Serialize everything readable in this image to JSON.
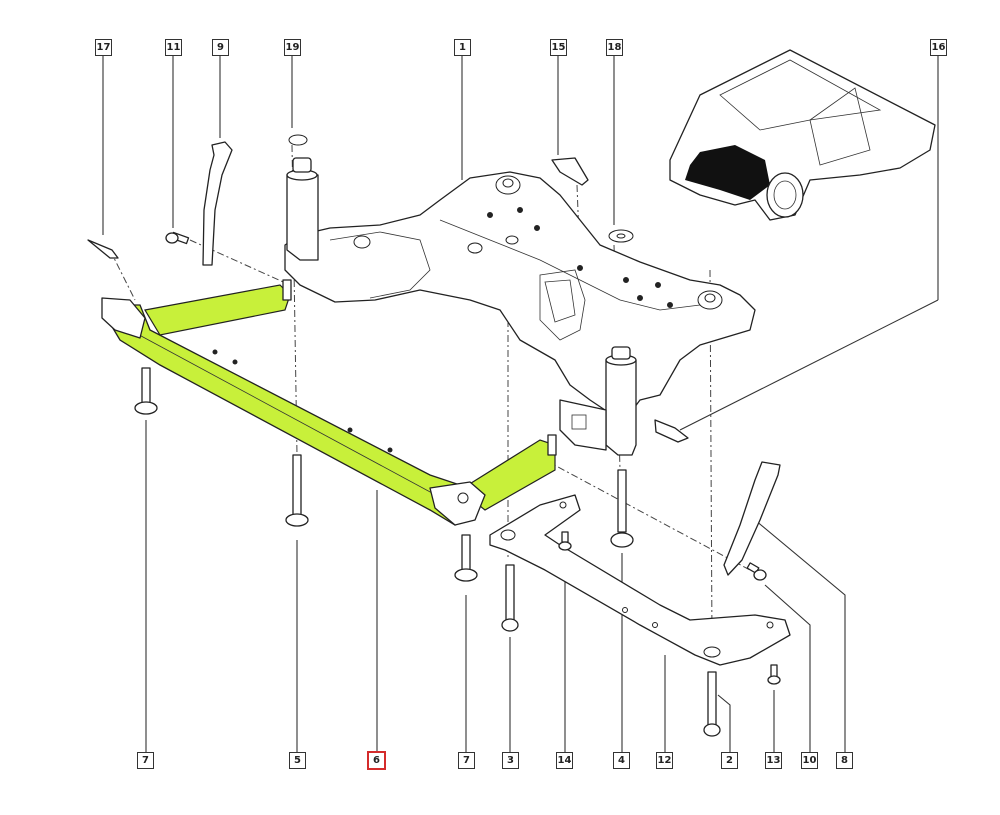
{
  "diagram": {
    "title": "Front subframe exploded parts diagram",
    "highlight_color": "#c8f03a",
    "selected_color": "#d42b2b",
    "selected_part": "6",
    "callouts_top": [
      {
        "id": "17",
        "label": "17"
      },
      {
        "id": "11",
        "label": "11"
      },
      {
        "id": "9",
        "label": "9"
      },
      {
        "id": "19",
        "label": "19"
      },
      {
        "id": "1",
        "label": "1"
      },
      {
        "id": "15",
        "label": "15"
      },
      {
        "id": "18",
        "label": "18"
      },
      {
        "id": "16",
        "label": "16"
      }
    ],
    "callouts_bottom": [
      {
        "id": "7a",
        "label": "7"
      },
      {
        "id": "5",
        "label": "5"
      },
      {
        "id": "6",
        "label": "6",
        "selected": true
      },
      {
        "id": "7b",
        "label": "7"
      },
      {
        "id": "3",
        "label": "3"
      },
      {
        "id": "14",
        "label": "14"
      },
      {
        "id": "4",
        "label": "4"
      },
      {
        "id": "12",
        "label": "12"
      },
      {
        "id": "2",
        "label": "2"
      },
      {
        "id": "13",
        "label": "13"
      },
      {
        "id": "10",
        "label": "10"
      },
      {
        "id": "8",
        "label": "8"
      }
    ],
    "parts": [
      {
        "label": "1",
        "name": "subframe"
      },
      {
        "label": "6",
        "name": "front cross member (highlighted)"
      },
      {
        "label": "12",
        "name": "lower reinforcement plate"
      },
      {
        "label": "inset",
        "name": "vehicle location inset"
      }
    ]
  }
}
